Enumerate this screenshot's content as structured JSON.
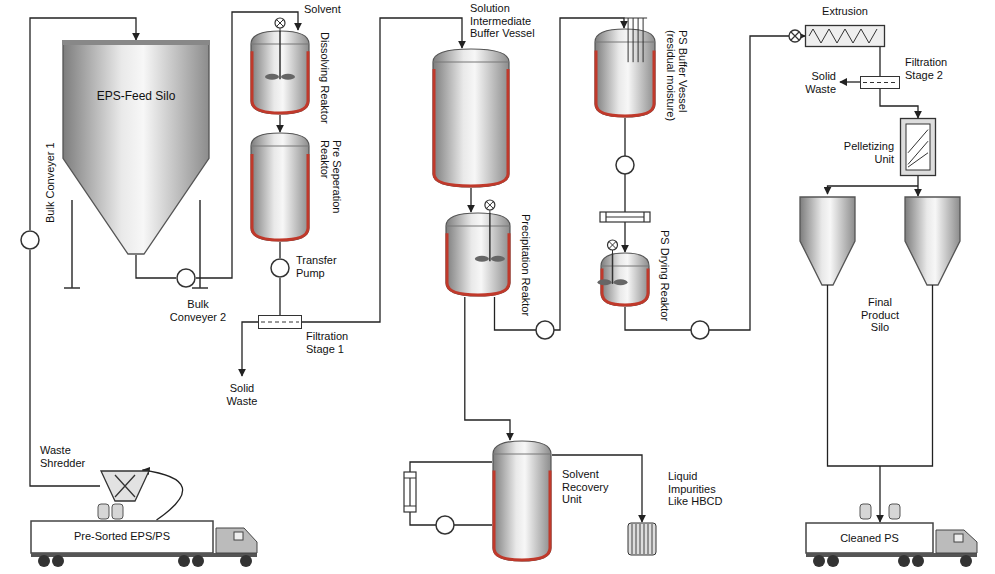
{
  "diagram": {
    "nodes": [
      {
        "text": [
          "EPS-Feed Silo"
        ]
      },
      {
        "text": [
          "Bulk Conveyer 1"
        ]
      },
      {
        "text": [
          "Waste Shredder"
        ]
      },
      {
        "text": [
          "Pre-Sorted EPS/PS"
        ]
      },
      {
        "text": [
          "Bulk Conveyer 2"
        ]
      },
      {
        "text": [
          "Dissolving Reaktor"
        ]
      },
      {
        "text": [
          "Pre Seperation Reaktor"
        ]
      },
      {
        "text": [
          "Transfer Pump"
        ]
      },
      {
        "text": [
          "Filtration Stage 1"
        ]
      },
      {
        "text": [
          "Solution Intermediate Buffer Vessel"
        ]
      },
      {
        "text": [
          "Precipitation Reaktor"
        ]
      },
      {
        "text": [
          "Solvent Recovery Unit"
        ]
      },
      {
        "text": [
          "Liquid Impurities Like HBCD"
        ]
      },
      {
        "text": [
          "PS Buffer Vessel (residual moisture)"
        ]
      },
      {
        "text": [
          "PS Drying Reaktor"
        ]
      },
      {
        "text": [
          "Extrusion"
        ]
      },
      {
        "text": [
          "Filtration Stage 2"
        ]
      },
      {
        "text": [
          "Pelletizing Unit"
        ]
      },
      {
        "text": [
          "Final Product Silo"
        ]
      },
      {
        "text": [
          "Cleaned PS"
        ]
      }
    ],
    "edges": [
      {
        "from": 1,
        "to": 0,
        "arrow": "to"
      },
      {
        "from": 2,
        "to": 1,
        "arrow": "none"
      },
      {
        "from": 3,
        "to": 2,
        "arrow": "to"
      },
      {
        "from": 0,
        "to": 4,
        "arrow": "none"
      },
      {
        "from": 4,
        "to": 5,
        "arrow": "to"
      },
      {
        "from": 5,
        "to": 6,
        "arrow": "to"
      },
      {
        "from": 6,
        "to": 7,
        "arrow": "none"
      },
      {
        "from": 7,
        "to": 8,
        "arrow": "none"
      },
      {
        "from": 8,
        "to": 9,
        "arrow": "to"
      },
      {
        "from": 9,
        "to": 10,
        "arrow": "to"
      },
      {
        "from": 10,
        "to": 11,
        "arrow": "to"
      },
      {
        "from": 10,
        "to": 13,
        "arrow": "to"
      },
      {
        "from": 11,
        "to": 12,
        "arrow": "to"
      },
      {
        "from": 13,
        "to": 14,
        "arrow": "to"
      },
      {
        "from": 14,
        "to": 15,
        "arrow": "to"
      },
      {
        "from": 15,
        "to": 16,
        "arrow": "none"
      },
      {
        "from": 16,
        "to": 17,
        "arrow": "to"
      },
      {
        "from": 17,
        "to": 18,
        "arrow": "to"
      },
      {
        "from": 18,
        "to": 19,
        "arrow": "to"
      }
    ],
    "labels": [
      "Solvent",
      "Solid Waste",
      "Solid Waste"
    ]
  }
}
